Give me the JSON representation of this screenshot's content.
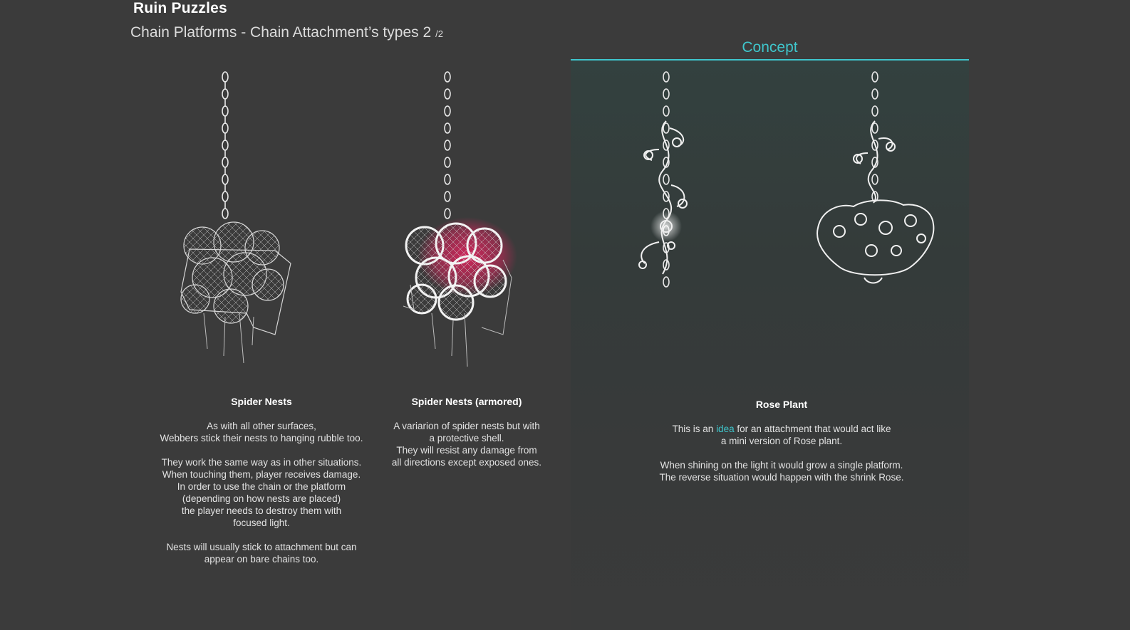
{
  "header": {
    "title": "Ruin Puzzles",
    "subtitle": "Chain Platforms - Chain Attachment’s types 2",
    "page_indicator": "/2"
  },
  "concept_section": {
    "label": "Concept",
    "accent_color": "#3fc6cc"
  },
  "items": [
    {
      "title": "Spider Nests",
      "paragraphs": [
        "As with all other surfaces,\nWebbers stick their nests to hanging rubble too.",
        "They work the same way as in other situations.\nWhen touching them, player receives damage.\nIn order to use the chain or the platform\n(depending on how nests are placed)\nthe player needs to destroy them with\nfocused light.",
        "Nests will usually stick to attachment but can\nappear on bare chains too."
      ]
    },
    {
      "title": "Spider Nests (armored)",
      "paragraphs": [
        "A variarion of spider nests but with\na protective shell.\nThey will resist any damage from\nall directions except exposed ones."
      ]
    },
    {
      "title": "Rose Plant",
      "p1_before": "This is an ",
      "p1_highlight": "idea",
      "p1_after": " for an attachment that would act like\na mini version of Rose plant.",
      "p2": "When shining on the light it would grow a single platform.\nThe reverse situation would happen with the shrink Rose."
    }
  ],
  "colors": {
    "background": "#3b3b3b",
    "accent": "#3fc6cc",
    "armor_glow": "#e0245e"
  }
}
